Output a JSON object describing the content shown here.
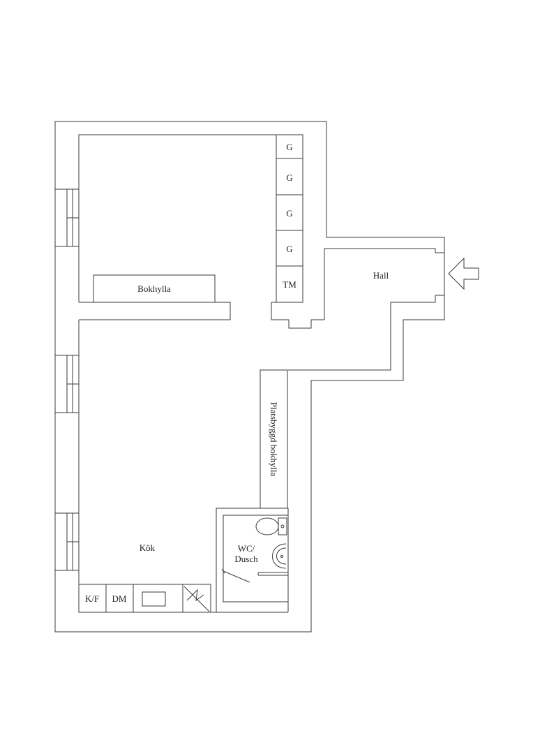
{
  "labels": {
    "g1": "G",
    "g2": "G",
    "g3": "G",
    "g4": "G",
    "tm": "TM",
    "bokhylla": "Bokhylla",
    "hall": "Hall",
    "platsbyggd": "Platsbyggd bokhylla",
    "kok": "Kök",
    "wc_line1": "WC/",
    "wc_line2": "Dusch",
    "kf": "K/F",
    "dm": "DM"
  },
  "colors": {
    "line": "#3a3a3a",
    "text": "#222222",
    "background": "#ffffff"
  },
  "icons": {
    "entrance": "entrance-arrow-icon",
    "toilet": "toilet-icon",
    "sink": "sink-icon",
    "stove": "stove-icon"
  }
}
